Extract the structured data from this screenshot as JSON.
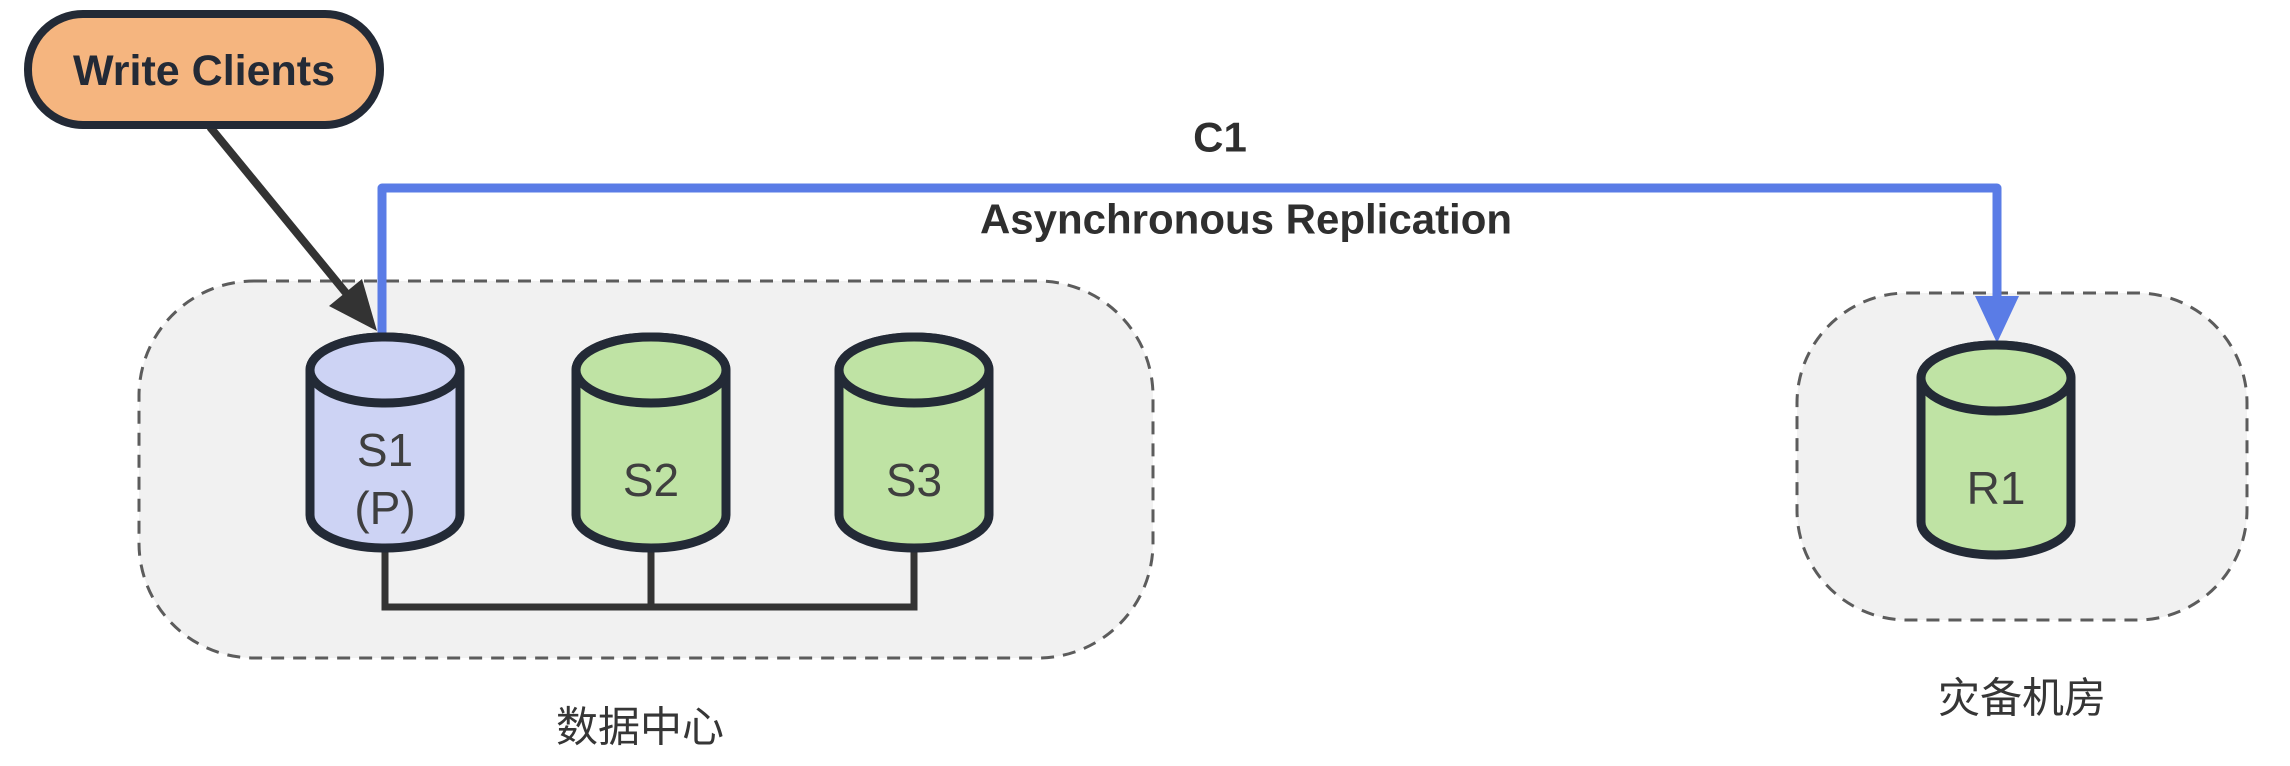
{
  "canvas": {
    "width": "2290",
    "height": "766",
    "background": "#ffffff"
  },
  "colors": {
    "client_fill": "#f5b57f",
    "outline_dark": "#232a36",
    "primary_fill": "#cdd3f4",
    "replica_fill": "#bfe3a4",
    "group_fill": "#f1f1f1",
    "group_border": "#5c5c5c",
    "edge_black": "#333333",
    "edge_blue": "#5a7ce6",
    "edge_label_color": "#2f2f2f",
    "node_label_color": "#3f3f3f",
    "group_label_color": "#363636"
  },
  "client": {
    "label": "Write Clients"
  },
  "replication_edge": {
    "name": "C1",
    "description": "Asynchronous Replication"
  },
  "data_center": {
    "label": "数据中心",
    "nodes": [
      {
        "label": "S1",
        "sublabel": "(P)"
      },
      {
        "label": "S2"
      },
      {
        "label": "S3"
      }
    ]
  },
  "dr_site": {
    "label": "灾备机房",
    "nodes": [
      {
        "label": "R1"
      }
    ]
  }
}
